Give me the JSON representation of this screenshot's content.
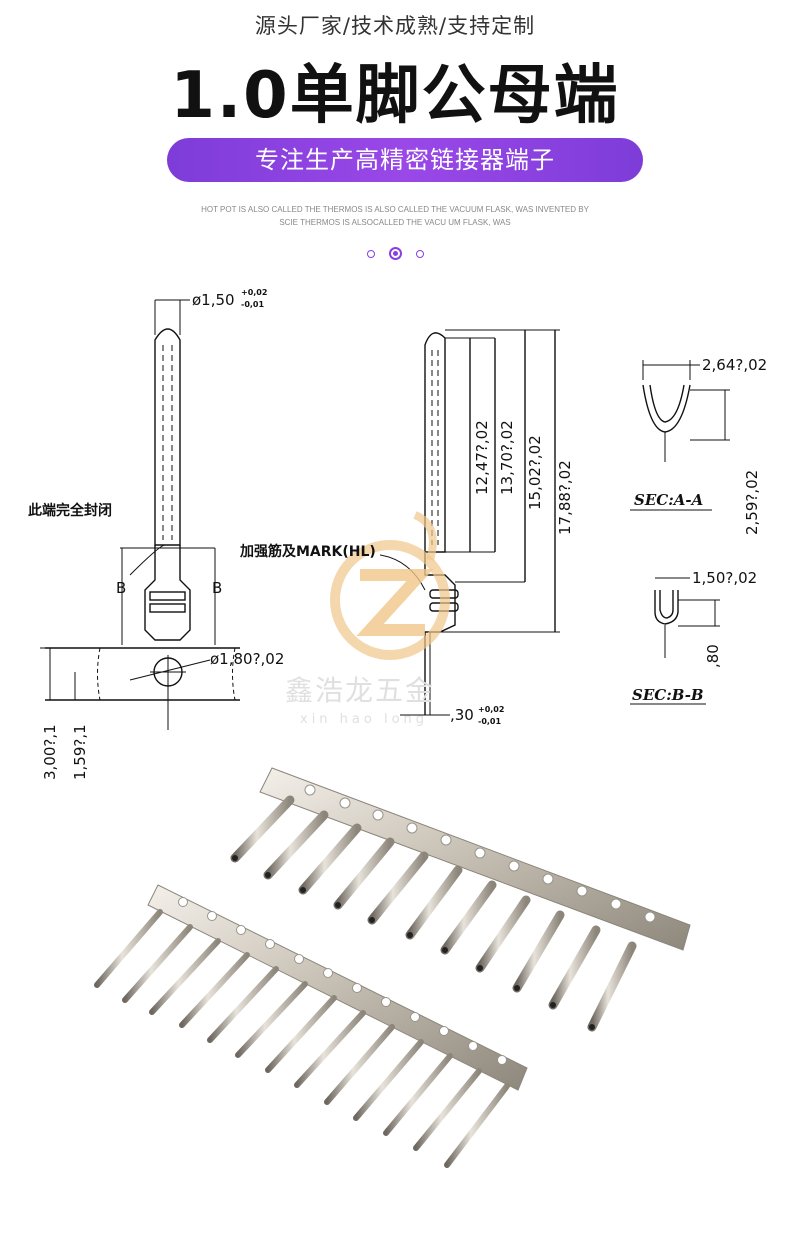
{
  "header": {
    "tagline": "源头厂家/技术成熟/支持定制",
    "title": "1.0单脚公母端",
    "banner": "专注生产高精密链接器端子",
    "en_line1": "HOT POT IS ALSO CALLED THE THERMOS IS ALSO CALLED THE VACUUM FLASK, WAS INVENTED BY",
    "en_line2": "SCIE THERMOS IS ALSOCALLED THE VACU  UM FLASK, WAS",
    "accent_color": "#8a3fe0"
  },
  "drawing": {
    "dim_width_top": "ø1,50",
    "dim_width_top_tol_plus": "+0,02",
    "dim_width_top_tol_minus": "-0,01",
    "note_sealed": "此端完全封闭",
    "note_rib": "加强筋及MARK(HL)",
    "section_b_left": "B",
    "section_b_right": "B",
    "dim_hole": "ø1,80?,02",
    "dim_pitch": "3,00?,1",
    "dim_offset": "1,59?,1",
    "dim_h1": "12,47?,02",
    "dim_h2": "13,70?,02",
    "dim_h3": "15,02?,02",
    "dim_h4": "17,88?,02",
    "dim_thickness": ",30",
    "dim_thickness_tol_plus": "+0,02",
    "dim_thickness_tol_minus": "-0,01",
    "sec_a_width": "2,64?,02",
    "sec_a_height": "2,59?,02",
    "sec_a_label": "SEC:A-A",
    "sec_b_width": "1,50?,02",
    "sec_b_height": ",80",
    "sec_b_label": "SEC:B-B",
    "watermark_cn": "鑫浩龙五金",
    "watermark_en": "xin hao long"
  },
  "photo": {
    "subject": "terminal-strips"
  }
}
